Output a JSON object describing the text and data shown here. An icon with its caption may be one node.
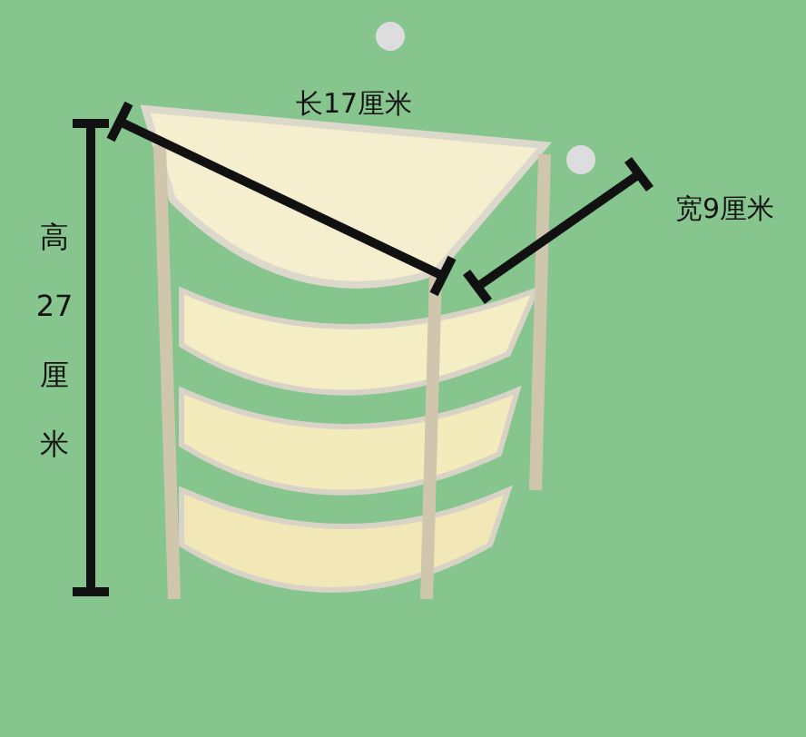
{
  "diagram": {
    "labels": [
      "长17厘米",
      "宽9厘米",
      "高27厘米"
    ]
  }
}
